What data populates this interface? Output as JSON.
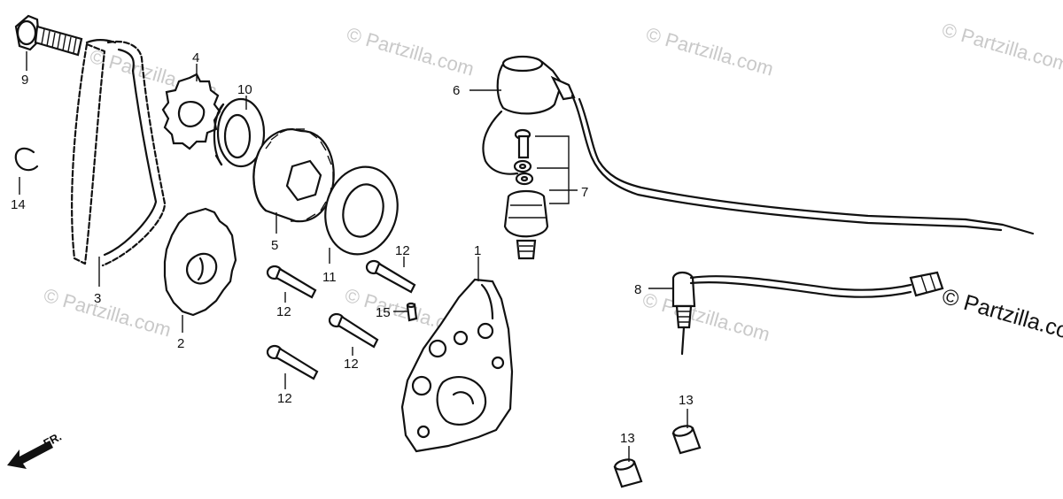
{
  "watermarks": [
    "© Partzilla.com",
    "© Partzilla.com",
    "© Partzilla.com",
    "© Partzilla.com",
    "© Partzilla.com",
    "© Partzilla.com",
    "© Partzilla.com"
  ],
  "watermark_main": "© Partzilla.com",
  "direction_label": "FR.",
  "callouts": [
    "9",
    "4",
    "10",
    "6",
    "7",
    "14",
    "3",
    "5",
    "11",
    "12",
    "12",
    "1",
    "2",
    "12",
    "12",
    "15",
    "8",
    "13",
    "13"
  ]
}
